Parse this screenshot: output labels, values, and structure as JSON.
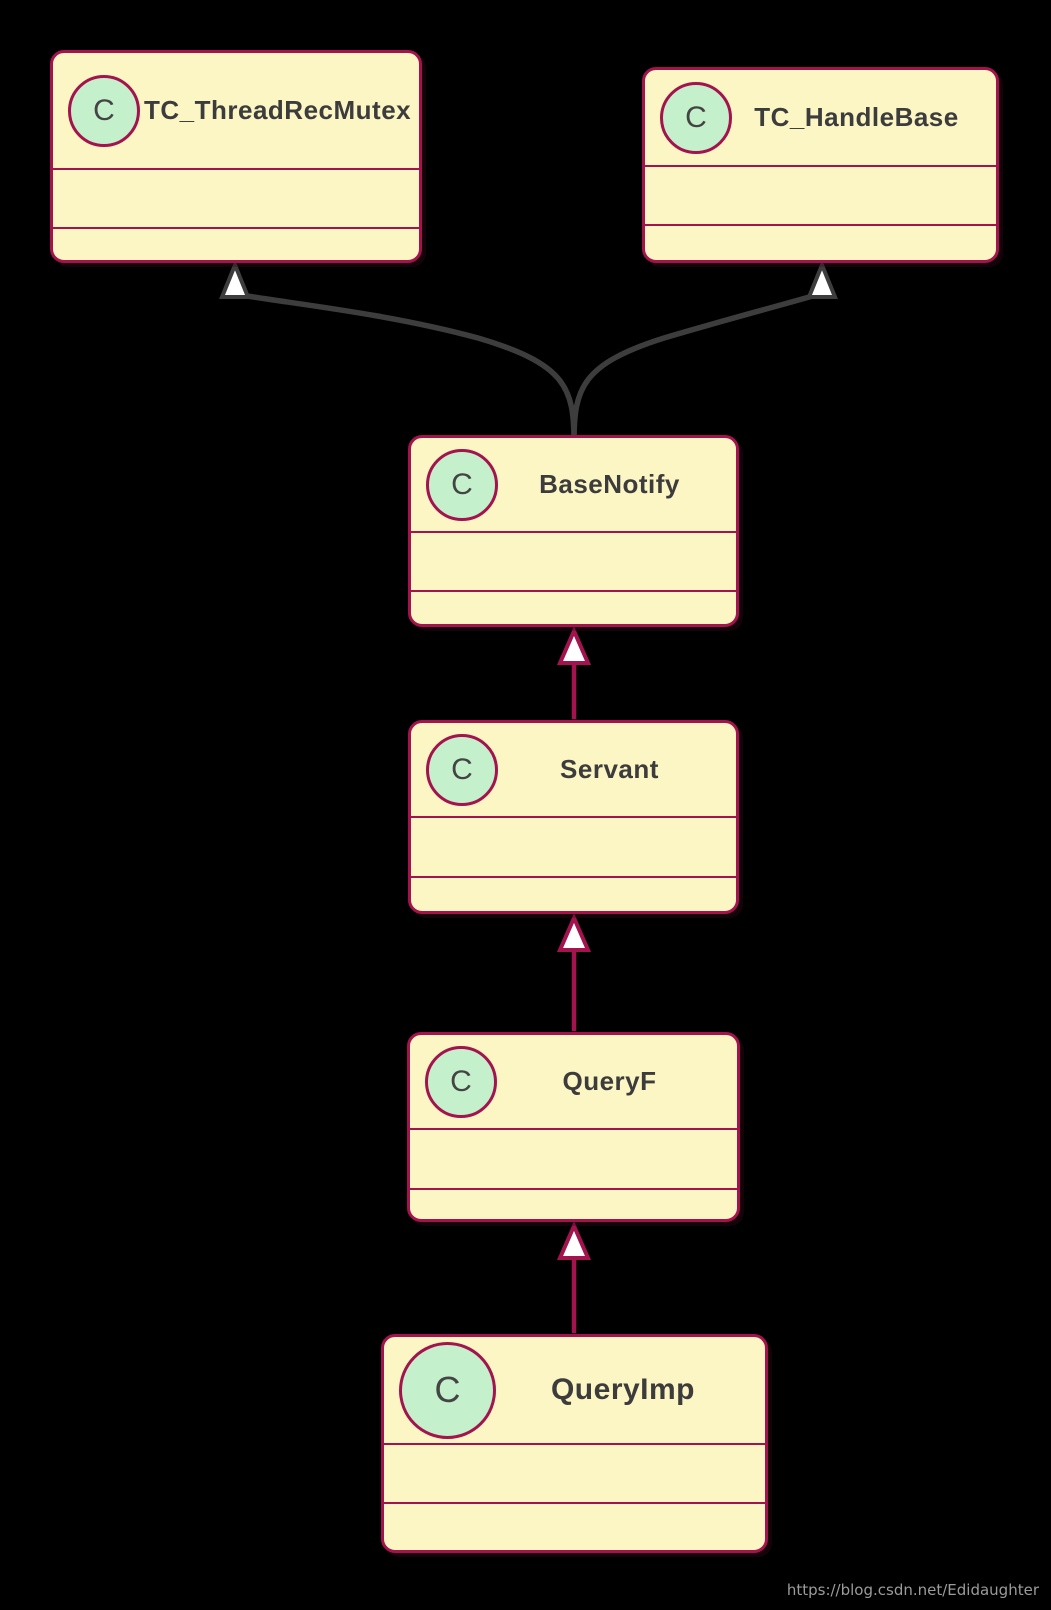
{
  "diagram": {
    "type": "uml-class-inheritance-diagram",
    "classes": [
      {
        "name": "TC_ThreadRecMutex",
        "stereotype": "C",
        "attributes": [],
        "methods": []
      },
      {
        "name": "TC_HandleBase",
        "stereotype": "C",
        "attributes": [],
        "methods": []
      },
      {
        "name": "BaseNotify",
        "stereotype": "C",
        "attributes": [],
        "methods": []
      },
      {
        "name": "Servant",
        "stereotype": "C",
        "attributes": [],
        "methods": []
      },
      {
        "name": "QueryF",
        "stereotype": "C",
        "attributes": [],
        "methods": []
      },
      {
        "name": "QueryImp",
        "stereotype": "C",
        "attributes": [],
        "methods": []
      }
    ],
    "relations": [
      {
        "from": "BaseNotify",
        "to": "TC_ThreadRecMutex",
        "type": "extends",
        "link_color": "#3D3D3D"
      },
      {
        "from": "BaseNotify",
        "to": "TC_HandleBase",
        "type": "extends",
        "link_color": "#3D3D3D"
      },
      {
        "from": "Servant",
        "to": "BaseNotify",
        "type": "extends",
        "link_color": "#A3134E"
      },
      {
        "from": "QueryF",
        "to": "Servant",
        "type": "extends",
        "link_color": "#A3134E"
      },
      {
        "from": "QueryImp",
        "to": "QueryF",
        "type": "extends",
        "link_color": "#A3134E"
      }
    ]
  },
  "colors": {
    "background": "#000000",
    "class_fill": "#FCF6C5",
    "class_border": "#A3134E",
    "circle_fill": "#C5F0CC",
    "name_text": "#3C3C3C",
    "extends_link_gray": "#3D3D3D",
    "extends_link_crimson": "#A3134E",
    "arrowhead_fill": "#FFFFFF",
    "watermark_text": "#9B9B9B"
  },
  "watermark": {
    "text": "https://blog.csdn.net/Edidaughter"
  }
}
